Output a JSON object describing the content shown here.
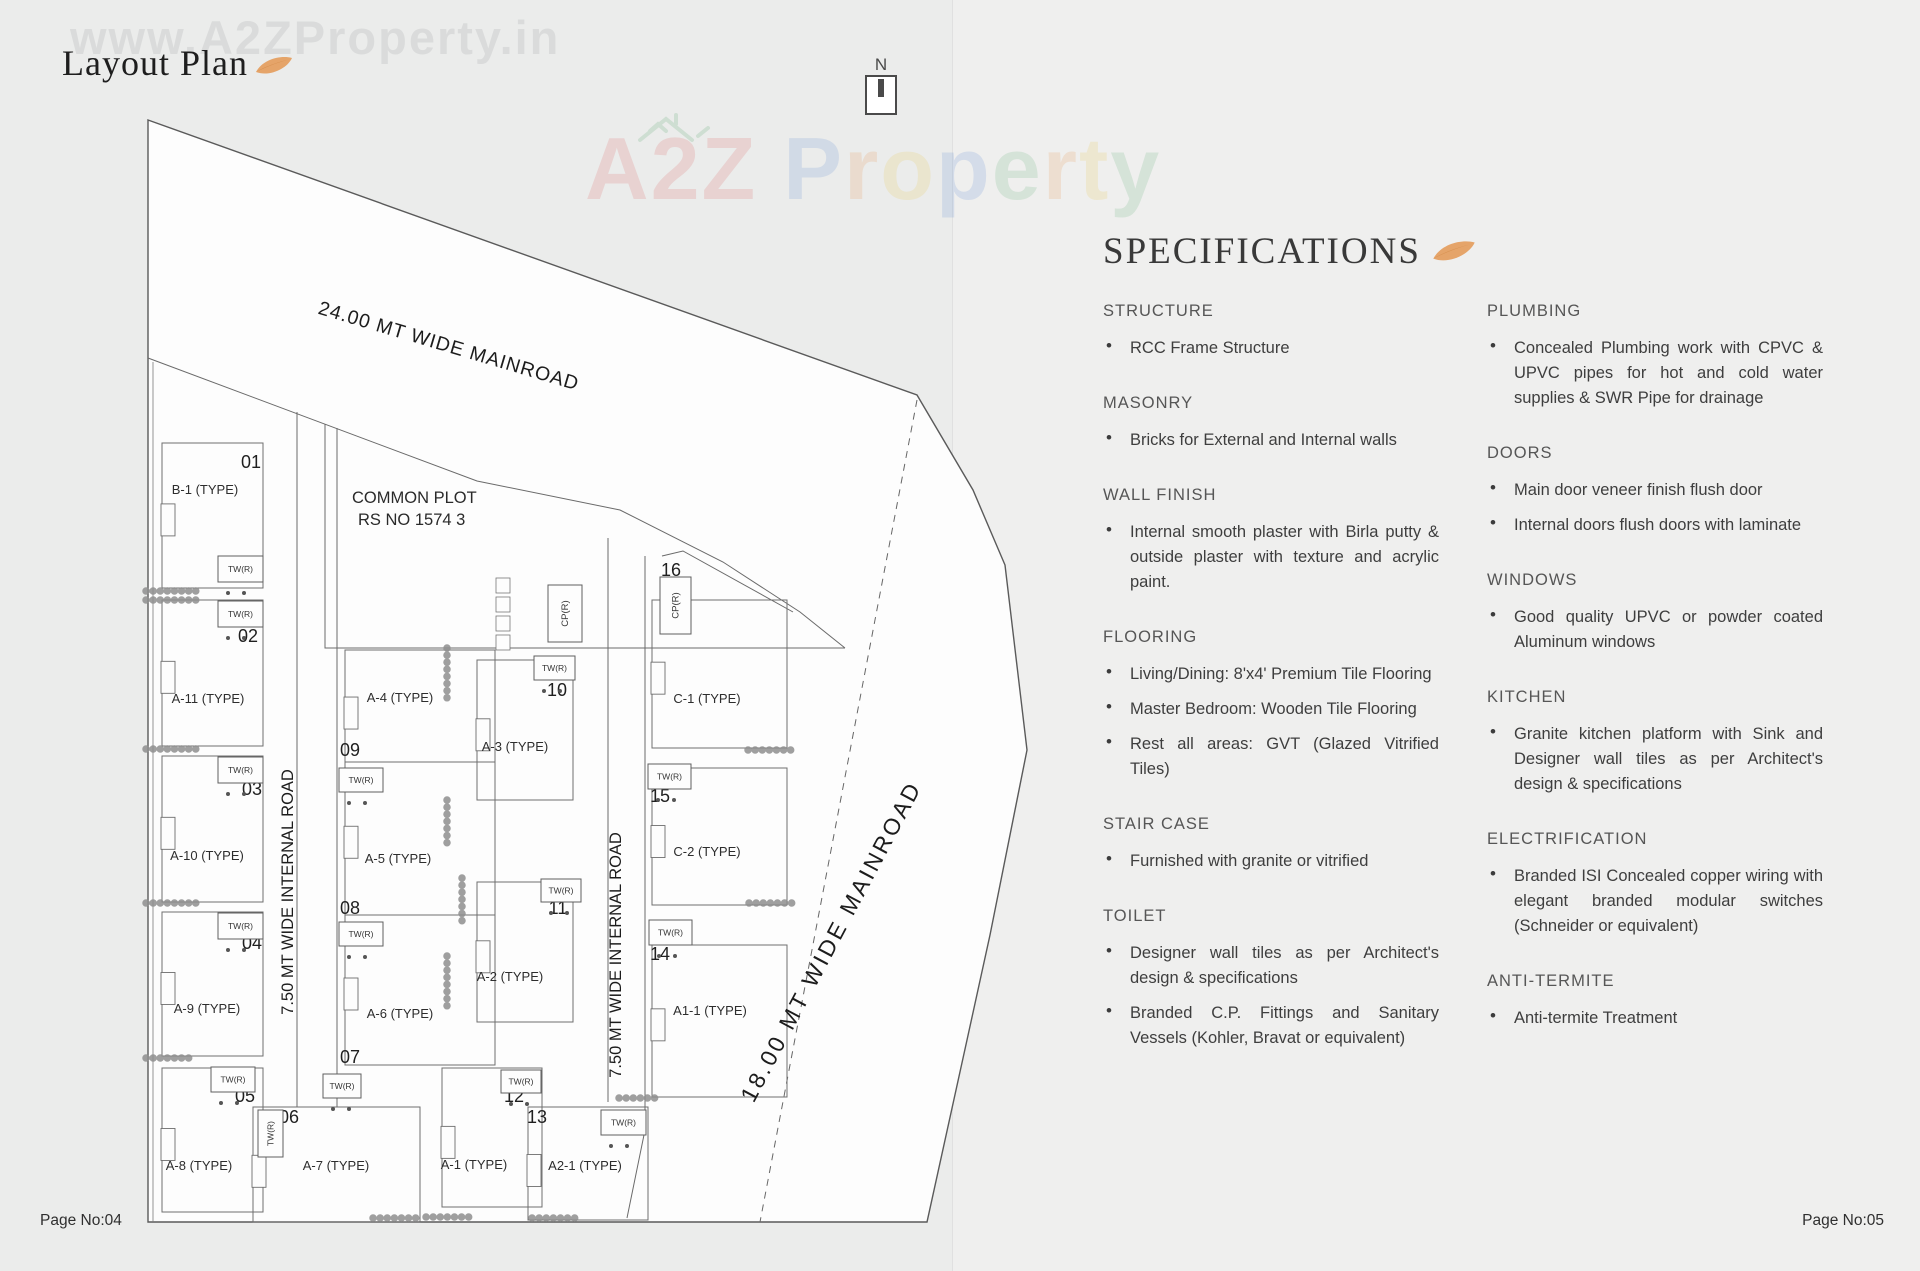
{
  "page": {
    "page_no_left": "Page No:04",
    "page_no_right": "Page No:05"
  },
  "header": {
    "title": "Layout Plan",
    "watermark_top": "www.A2ZProperty.in"
  },
  "watermark_center": {
    "letters": [
      {
        "ch": "A",
        "c": "#d94f4f"
      },
      {
        "ch": "2",
        "c": "#d94f4f"
      },
      {
        "ch": "Z",
        "c": "#d94f4f"
      },
      {
        "ch": " ",
        "c": ""
      },
      {
        "ch": "P",
        "c": "#4d7fd0"
      },
      {
        "ch": "r",
        "c": "#e78a3c"
      },
      {
        "ch": "o",
        "c": "#e6c23c"
      },
      {
        "ch": "p",
        "c": "#4d7fd0"
      },
      {
        "ch": "e",
        "c": "#53a86a"
      },
      {
        "ch": "r",
        "c": "#e78a3c"
      },
      {
        "ch": "t",
        "c": "#e6c23c"
      },
      {
        "ch": "y",
        "c": "#53a86a"
      }
    ]
  },
  "north": {
    "label": "N"
  },
  "accent_color": "#e5a469",
  "plan": {
    "roads": {
      "main_top": "24.00 MT WIDE MAINROAD",
      "main_right": "18.00 MT WIDE MAINROAD",
      "internal_1": "7.50 MT WIDE INTERNAL ROAD",
      "internal_2": "7.50 MT WIDE INTERNAL ROAD"
    },
    "common_plot": {
      "line1": "COMMON PLOT",
      "line2": "RS NO 1574  3"
    },
    "tw_label": "TW(R)",
    "cp_label": "CP(R)",
    "plots": [
      {
        "no": "01",
        "type": "B-1 (TYPE)"
      },
      {
        "no": "02",
        "type": "A-11 (TYPE)"
      },
      {
        "no": "03",
        "type": "A-10 (TYPE)"
      },
      {
        "no": "04",
        "type": "A-9 (TYPE)"
      },
      {
        "no": "05",
        "type": "A-8 (TYPE)"
      },
      {
        "no": "06",
        "type": "A-7 (TYPE)"
      },
      {
        "no": "07",
        "type": "A-6 (TYPE)"
      },
      {
        "no": "08",
        "type": "A-5 (TYPE)"
      },
      {
        "no": "09",
        "type": "A-4 (TYPE)"
      },
      {
        "no": "10",
        "type": "A-3 (TYPE)"
      },
      {
        "no": "11",
        "type": "A-2 (TYPE)"
      },
      {
        "no": "12",
        "type": "A-1 (TYPE)"
      },
      {
        "no": "13",
        "type": "A2-1 (TYPE)"
      },
      {
        "no": "14",
        "type": "A1-1 (TYPE)"
      },
      {
        "no": "15",
        "type": "C-2 (TYPE)"
      },
      {
        "no": "16",
        "type": "C-1 (TYPE)"
      }
    ]
  },
  "specifications": {
    "title": "SPECIFICATIONS",
    "columns": [
      [
        {
          "heading": "STRUCTURE",
          "items": [
            "RCC Frame Structure"
          ]
        },
        {
          "heading": "MASONRY",
          "items": [
            "Bricks for External and Internal walls"
          ]
        },
        {
          "heading": "WALL FINISH",
          "items": [
            "Internal smooth plaster with Birla putty & outside plaster with texture and acrylic paint."
          ]
        },
        {
          "heading": "FLOORING",
          "items": [
            "Living/Dining: 8'x4' Premium Tile Flooring",
            "Master Bedroom: Wooden Tile Flooring",
            "Rest all areas: GVT (Glazed Vitrified Tiles)"
          ]
        },
        {
          "heading": "STAIR CASE",
          "items": [
            "Furnished with granite or vitrified"
          ]
        },
        {
          "heading": "TOILET",
          "items": [
            "Designer wall tiles as per Architect's design & specifications",
            "Branded C.P. Fittings and Sanitary Vessels (Kohler, Bravat or equivalent)"
          ]
        }
      ],
      [
        {
          "heading": "PLUMBING",
          "items": [
            "Concealed Plumbing work with CPVC & UPVC pipes for hot and cold water supplies & SWR Pipe for drainage"
          ]
        },
        {
          "heading": "DOORS",
          "items": [
            "Main door veneer finish flush door",
            "Internal doors flush doors with laminate"
          ]
        },
        {
          "heading": "WINDOWS",
          "items": [
            "Good quality UPVC or powder coated Aluminum windows"
          ]
        },
        {
          "heading": "KITCHEN",
          "items": [
            "Granite kitchen platform with Sink and Designer wall tiles as per Architect's design & specifications"
          ]
        },
        {
          "heading": "ELECTRIFICATION",
          "items": [
            "Branded ISI Concealed copper wiring with elegant branded modular switches (Schneider or equivalent)"
          ]
        },
        {
          "heading": "ANTI-TERMITE",
          "items": [
            "Anti-termite Treatment"
          ]
        }
      ]
    ]
  }
}
